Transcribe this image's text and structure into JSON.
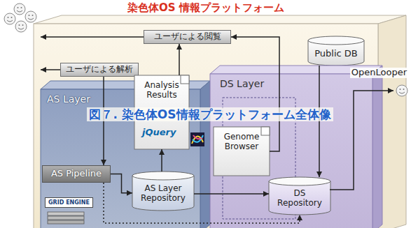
{
  "diagram": {
    "caption": "図７. 染色体OS情報プラットフォーム全体像",
    "nodes": [
      {
        "text": [
          "染色体OS 情報プラットフォーム"
        ]
      },
      {
        "text": [
          "ユーザによる閲覧"
        ],
        "in": 0
      },
      {
        "text": [
          "ユーザによる解析"
        ],
        "in": 0
      },
      {
        "text": [
          "Public DB"
        ],
        "in": 0
      },
      {
        "text": [
          "AS Layer"
        ],
        "in": 0
      },
      {
        "text": [
          "Analysis Results"
        ],
        "in": 4
      },
      {
        "text": [
          "AS Pipeline"
        ],
        "in": 4
      },
      {
        "text": [
          "AS Layer Repository"
        ],
        "in": 4
      },
      {
        "text": [
          "DS Layer"
        ],
        "in": 0
      },
      {
        "text": [
          "Genome Browser"
        ],
        "in": 8
      },
      {
        "text": [
          "DS Repository"
        ],
        "in": 8
      }
    ],
    "edges": [
      {
        "from": 2,
        "to": 6,
        "arrow": "to"
      },
      {
        "from": 6,
        "to": 7,
        "arrow": "to"
      },
      {
        "from": 7,
        "to": 5,
        "arrow": "to"
      },
      {
        "from": 7,
        "to": 10,
        "arrow": "to"
      },
      {
        "from": 3,
        "to": 10,
        "arrow": "to"
      },
      {
        "from": 5,
        "to": 1,
        "arrow": "to"
      },
      {
        "from": 9,
        "to": 1,
        "arrow": "to"
      },
      {
        "from": 6,
        "to": 10,
        "arrow": "to"
      }
    ],
    "labels": [
      "OpenLooper",
      "jQuery",
      "GRID ENGINE"
    ]
  }
}
